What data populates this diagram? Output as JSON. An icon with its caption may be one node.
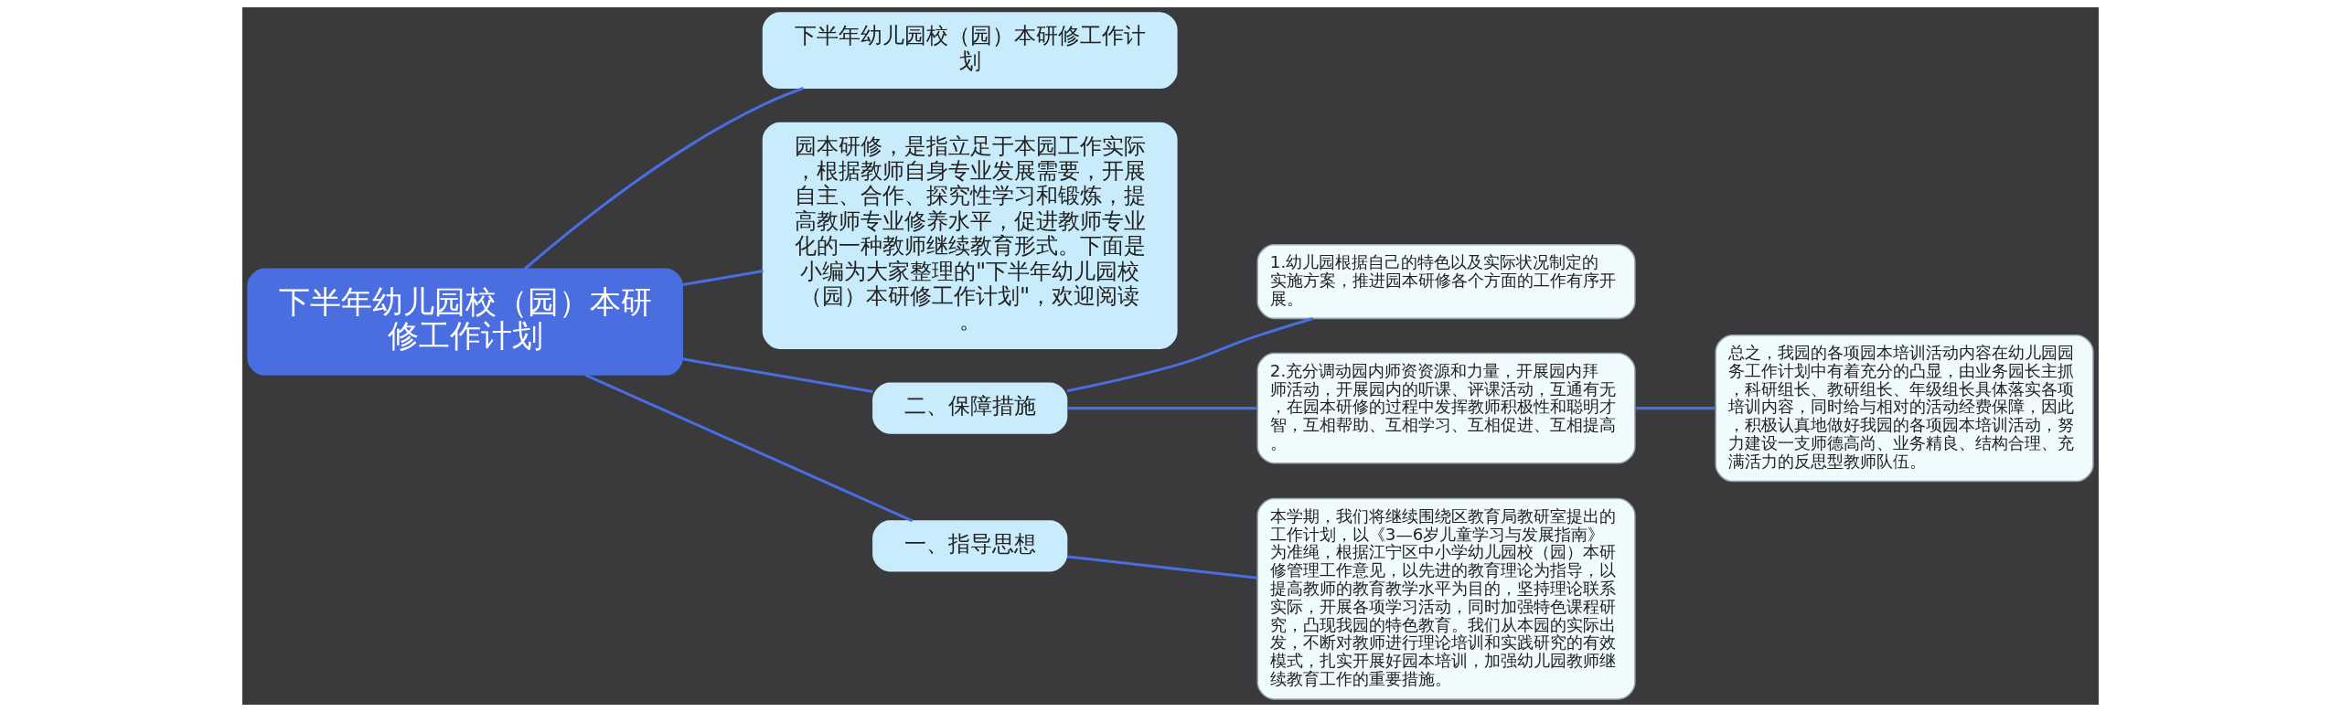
{
  "diagram": {
    "nodes": [
      {
        "text": [
          "下半年幼儿园校（园）本研修工作计划"
        ]
      },
      {
        "text": [
          "下半年幼儿园校（园）本研修工作计划"
        ]
      },
      {
        "text": [
          "园本研修，是指立足于本园工作实际，根据教师自身专业发展需要，开展自主、合作、探究性学习和锻炼，提高教师专业修养水平，促进教师专业化的一种教师继续教育形式。下面是小编为大家整理的\"下半年幼儿园校（园）本研修工作计划\"，欢迎阅读。"
        ]
      },
      {
        "text": [
          "二、保障措施"
        ]
      },
      {
        "text": [
          "1.幼儿园根据自己的特色以及实际状况制定的实施方案，推进园本研修各个方面的工作有序开展。"
        ]
      },
      {
        "text": [
          "2.充分调动园内师资资源和力量，开展园内拜师活动，开展园内的听课、评课活动，互通有无，在园本研修的过程中发挥教师积极性和聪明才智，互相帮助、互相学习、互相促进、互相提高。"
        ]
      },
      {
        "text": [
          "总之，我园的各项园本培训活动内容在幼儿园园务工作计划中有着充分的凸显，由业务园长主抓，科研组长、教研组长、年级组长具体落实各项培训内容，同时给与相对的活动经费保障，因此，积极认真地做好我园的各项园本培训活动，努力建设一支师德高尚、业务精良、结构合理、充满活力的反思型教师队伍。"
        ]
      },
      {
        "text": [
          "一、指导思想"
        ]
      },
      {
        "text": [
          "本学期，我们将继续围绕区教育局教研室提出的工作计划，以《3—6岁儿童学习与发展指南》为准绳，根据江宁区中小学幼儿园校（园）本研修管理工作意见，以先进的教育理论为指导，以提高教师的教育教学水平为目的，坚持理论联系实际，开展各项学习活动，同时加强特色课程研究，凸现我园的特色教育。我们从本园的实际出发，不断对教师进行理论培训和实践研究的有效模式，扎实开展好园本培训，加强幼儿园教师继续教育工作的重要措施。"
        ]
      }
    ],
    "edges": [
      {
        "from": 0,
        "to": 1,
        "arrow": "none"
      },
      {
        "from": 0,
        "to": 2,
        "arrow": "none"
      },
      {
        "from": 0,
        "to": 3,
        "arrow": "none"
      },
      {
        "from": 0,
        "to": 7,
        "arrow": "none"
      },
      {
        "from": 3,
        "to": 4,
        "arrow": "none"
      },
      {
        "from": 3,
        "to": 5,
        "arrow": "none"
      },
      {
        "from": 5,
        "to": 6,
        "arrow": "none"
      },
      {
        "from": 7,
        "to": 8,
        "arrow": "none"
      }
    ]
  }
}
